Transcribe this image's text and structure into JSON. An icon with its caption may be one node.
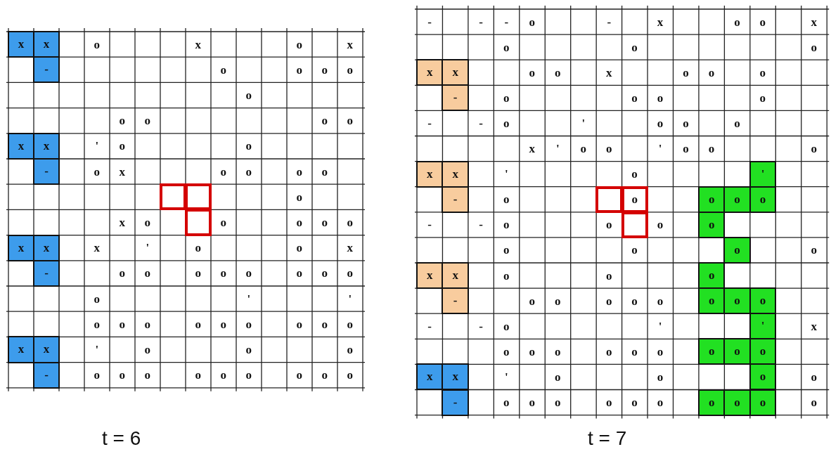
{
  "diagram": {
    "nodes": [
      {
        "text": [
          "x"
        ]
      },
      {
        "text": [
          "x"
        ]
      },
      {
        "text": [
          "-"
        ]
      },
      {
        "text": [
          "x"
        ]
      },
      {
        "text": [
          "x"
        ]
      },
      {
        "text": [
          "-"
        ]
      },
      {
        "text": [],
        "shape": "box"
      },
      {
        "text": [],
        "shape": "box"
      },
      {
        "text": [],
        "shape": "box"
      },
      {
        "text": [
          "x"
        ]
      },
      {
        "text": [
          "x"
        ]
      },
      {
        "text": [
          "-"
        ]
      },
      {
        "text": [
          "x"
        ]
      },
      {
        "text": [
          "x"
        ]
      },
      {
        "text": [
          "-"
        ]
      },
      {
        "text": [
          "x"
        ]
      },
      {
        "text": [
          "x"
        ]
      },
      {
        "text": [
          "-"
        ]
      },
      {
        "text": [
          "x"
        ]
      },
      {
        "text": [
          "x"
        ]
      },
      {
        "text": [
          "'"
        ]
      },
      {
        "text": [
          "-"
        ]
      },
      {
        "text": [],
        "shape": "box"
      },
      {
        "text": [
          "o"
        ]
      },
      {
        "text": [
          "o"
        ]
      },
      {
        "text": [
          "o"
        ]
      },
      {
        "text": [
          "o"
        ]
      },
      {
        "text": [],
        "shape": "box"
      },
      {
        "text": [
          "o"
        ]
      },
      {
        "text": [
          "o"
        ]
      },
      {
        "text": [
          "x"
        ]
      },
      {
        "text": [
          "x"
        ]
      },
      {
        "text": [
          "o"
        ]
      },
      {
        "text": [
          "-"
        ]
      },
      {
        "text": [
          "o"
        ]
      },
      {
        "text": [
          "o"
        ]
      },
      {
        "text": [
          "o"
        ]
      },
      {
        "text": [
          "'"
        ]
      },
      {
        "text": [
          "o"
        ]
      },
      {
        "text": [
          "o"
        ]
      },
      {
        "text": [
          "o"
        ]
      },
      {
        "text": [
          "x"
        ]
      },
      {
        "text": [
          "x"
        ]
      },
      {
        "text": [
          "o"
        ]
      },
      {
        "text": [
          "-"
        ]
      },
      {
        "text": [
          "o"
        ]
      },
      {
        "text": [
          "o"
        ]
      },
      {
        "text": [
          "o"
        ]
      }
    ],
    "labels": [
      "o",
      "x",
      "o",
      "x",
      "o",
      "o",
      "o",
      "o",
      "o",
      "o",
      "o",
      "o",
      "o",
      "'",
      "o",
      "o",
      "o",
      "x",
      "o",
      "o",
      "o",
      "o",
      "o",
      "x",
      "o",
      "o",
      "o",
      "o",
      "o",
      "x",
      "'",
      "o",
      "o",
      "x",
      "o",
      "o",
      "o",
      "o",
      "o",
      "o",
      "o",
      "o",
      "o",
      "'",
      "'",
      "o",
      "o",
      "o",
      "o",
      "o",
      "o",
      "o",
      "o",
      "o",
      "'",
      "o",
      "o",
      "o",
      "o",
      "o",
      "o",
      "o",
      "o",
      "o",
      "o",
      "o",
      "o",
      "t = 6",
      "-",
      "-",
      "-",
      "o",
      "-",
      "x",
      "o",
      "o",
      "x",
      "o",
      "o",
      "o",
      "o",
      "o",
      "x",
      "o",
      "o",
      "o",
      "o",
      "o",
      "o",
      "o",
      "-",
      "-",
      "o",
      "'",
      "o",
      "o",
      "o",
      "x",
      "'",
      "o",
      "o",
      "'",
      "o",
      "o",
      "o",
      "'",
      "o",
      "o",
      "-",
      "-",
      "o",
      "o",
      "o",
      "o",
      "o",
      "o",
      "o",
      "o",
      "o",
      "o",
      "o",
      "o",
      "o",
      "-",
      "-",
      "o",
      "'",
      "x",
      "o",
      "o",
      "o",
      "o",
      "o",
      "o",
      "'",
      "o",
      "o",
      "o",
      "o",
      "o",
      "o",
      "o",
      "o",
      "o",
      "o",
      "t = 7"
    ]
  }
}
